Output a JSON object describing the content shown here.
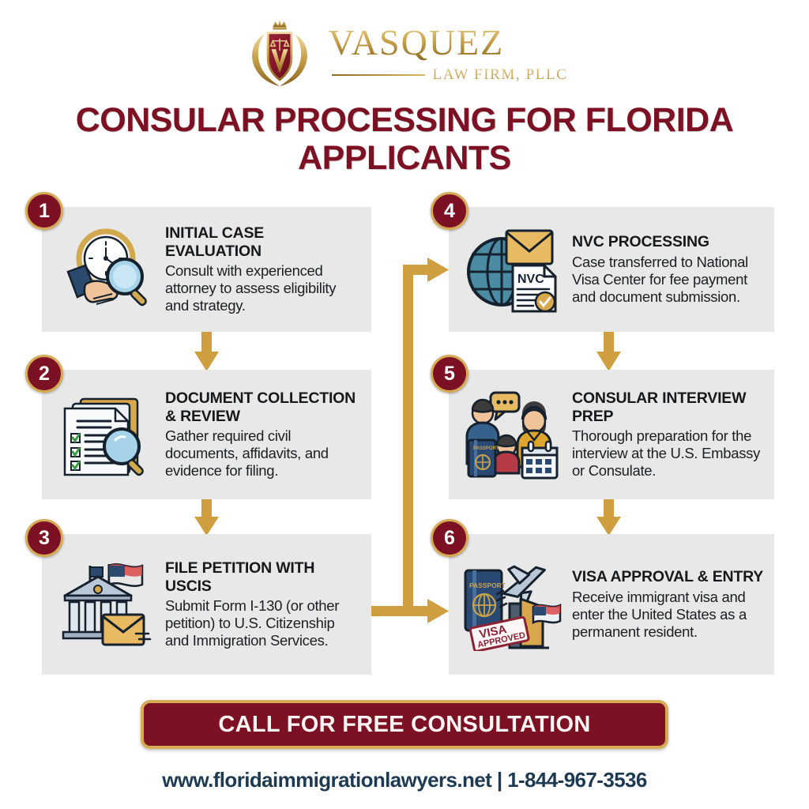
{
  "brand": {
    "name": "VASQUEZ",
    "subtitle": "LAW FIRM, PLLC",
    "crest_icon": "shield-crest-icon",
    "gold": "#c9a24a",
    "maroon": "#7B1122"
  },
  "title": "CONSULAR PROCESSING FOR FLORIDA APPLICANTS",
  "steps": [
    {
      "number": "1",
      "title": "INITIAL CASE EVALUATION",
      "desc": "Consult with experienced attorney to assess eligibility and strategy.",
      "icon": "handshake-clock-magnifier-icon"
    },
    {
      "number": "2",
      "title": "DOCUMENT COLLECTION & REVIEW",
      "desc": "Gather required civil documents, affidavits, and evidence for filing.",
      "icon": "documents-checklist-magnifier-icon"
    },
    {
      "number": "3",
      "title": "FILE PETITION WITH USCIS",
      "desc": "Submit Form I-130 (or other petition) to U.S. Citizenship and Immigration Services.",
      "icon": "government-building-flag-envelope-icon"
    },
    {
      "number": "4",
      "title": "NVC PROCESSING",
      "desc": "Case transferred to National Visa Center for fee payment and document submission.",
      "icon": "globe-envelope-nvc-document-icon"
    },
    {
      "number": "5",
      "title": "CONSULAR INTERVIEW PREP",
      "desc": "Thorough preparation for the interview at the U.S. Embassy or Consulate.",
      "icon": "family-passport-calendar-icon"
    },
    {
      "number": "6",
      "title": "VISA APPROVAL & ENTRY",
      "desc": "Receive immigrant visa and enter the United States as a permanent resident.",
      "icon": "passport-airplane-door-flag-icon"
    }
  ],
  "cta": {
    "label": "CALL FOR FREE CONSULTATION"
  },
  "footer": {
    "text": "www.floridaimmigrationlawyers.net | 1-844-967-3536"
  }
}
